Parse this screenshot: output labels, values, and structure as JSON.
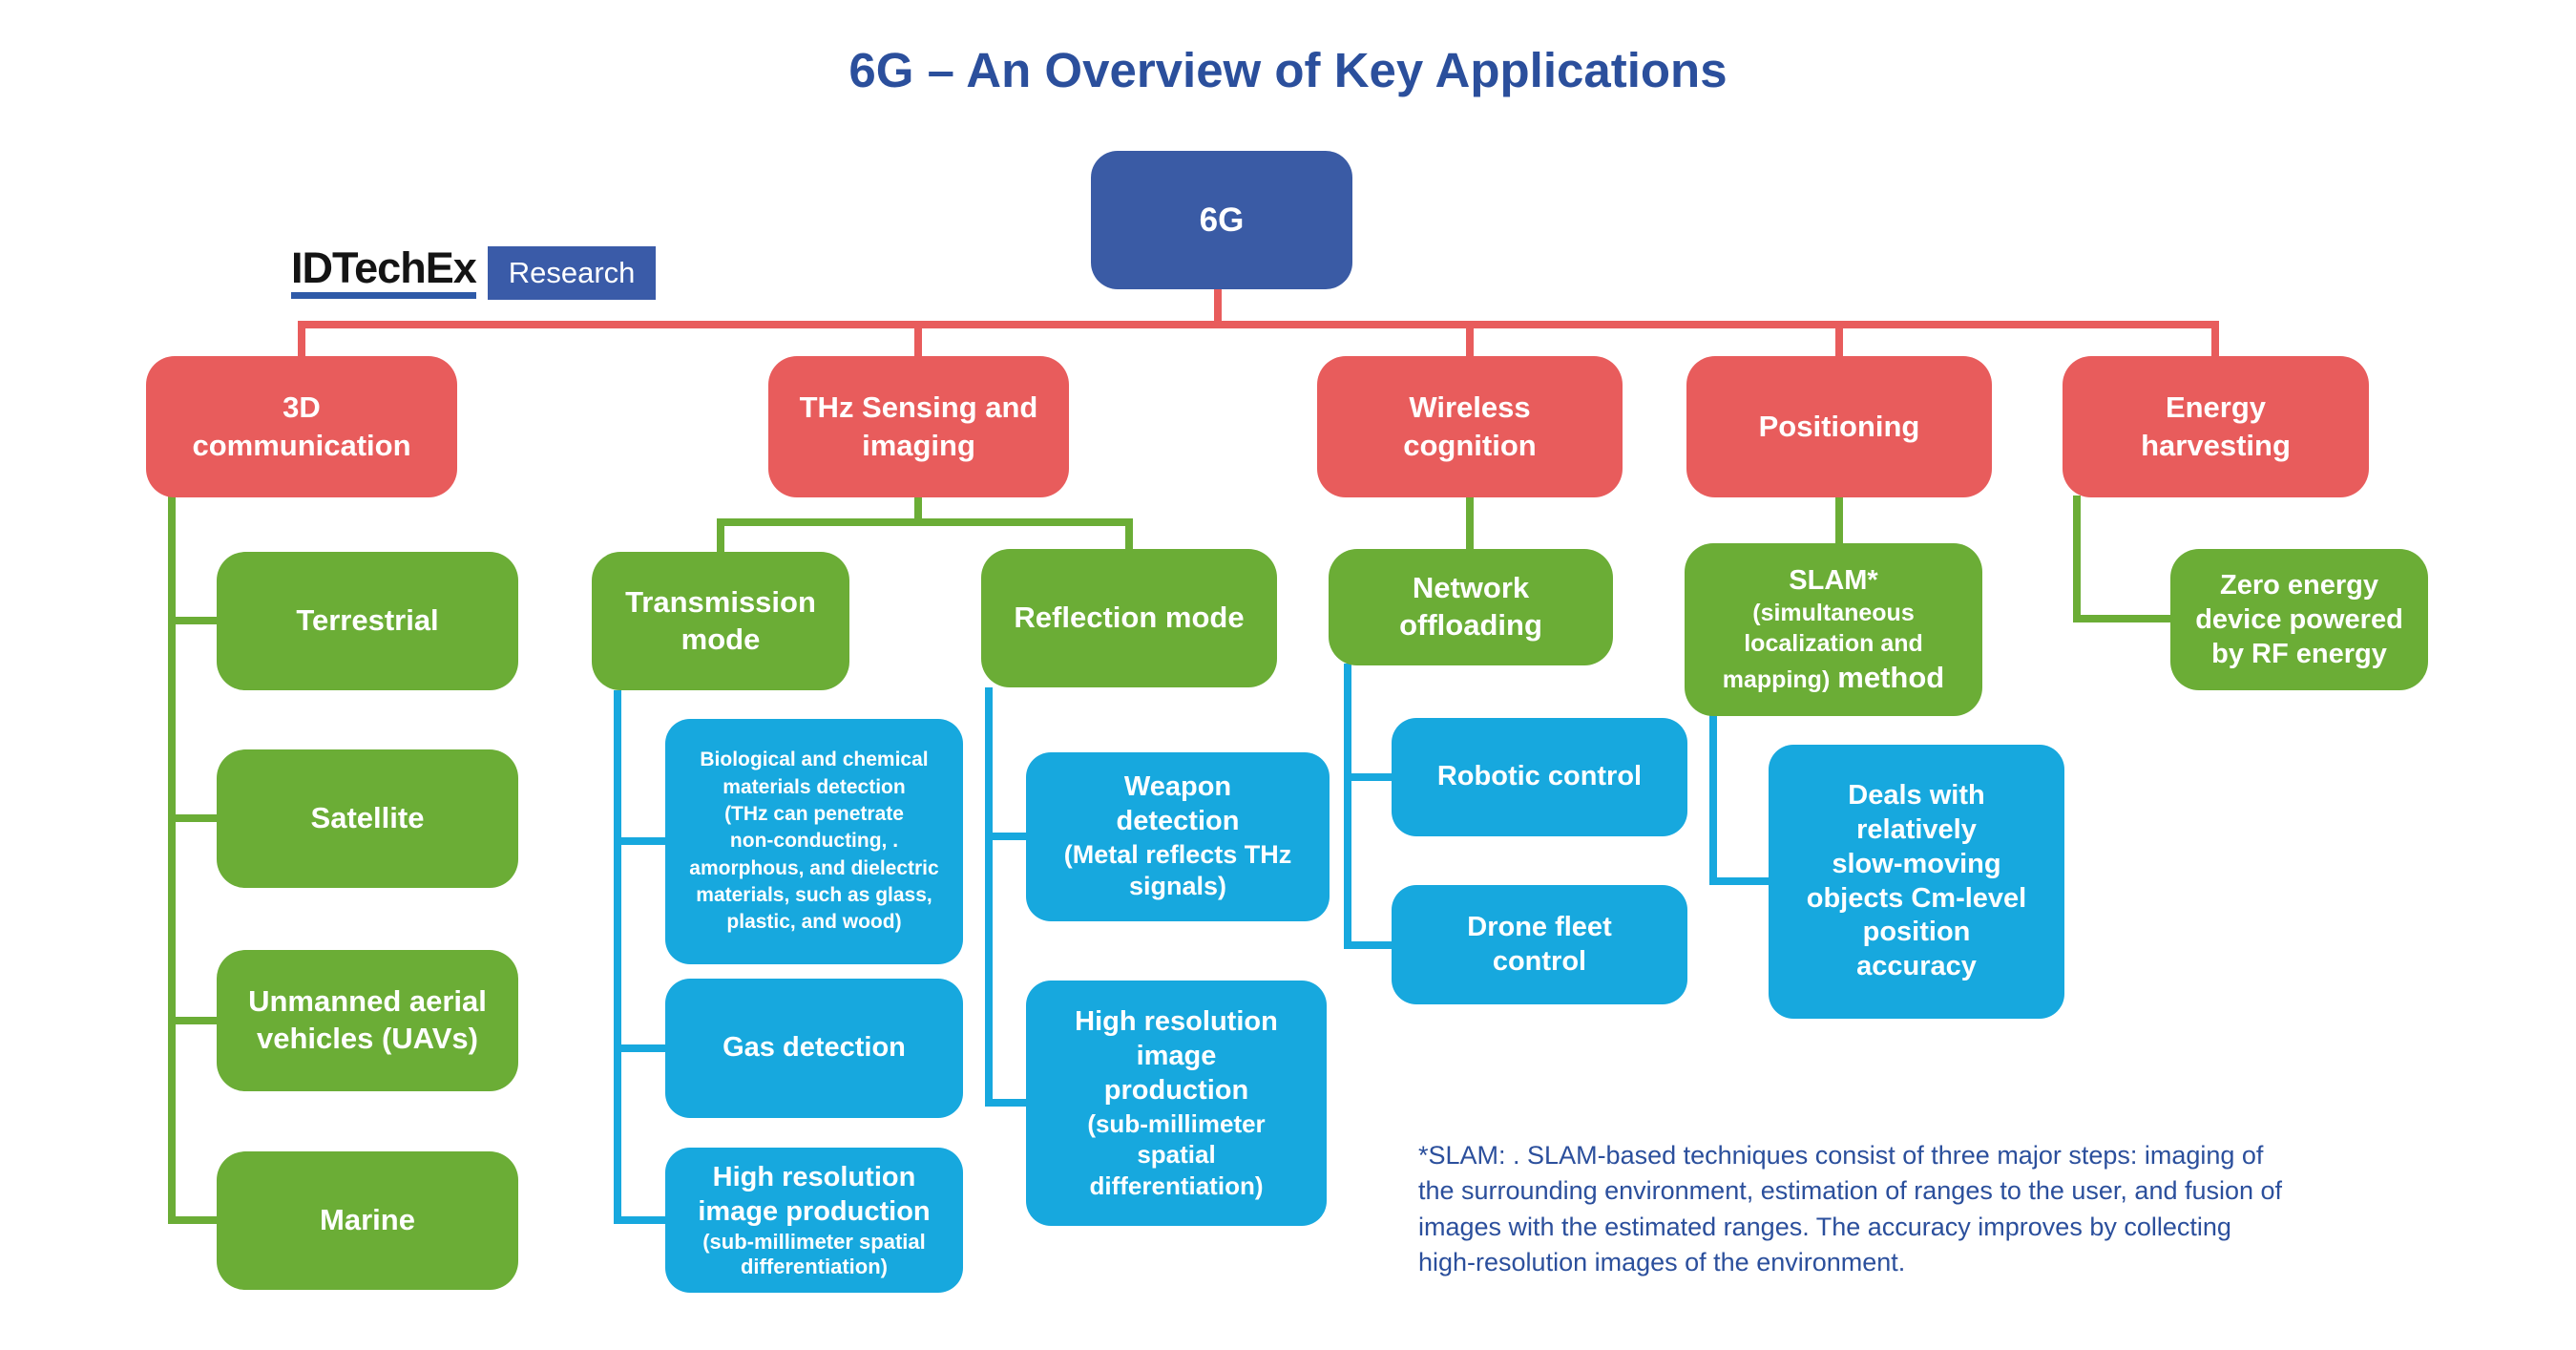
{
  "title": "6G – An Overview of Key Applications",
  "logo": {
    "brand": "IDTechEx",
    "badge": "Research"
  },
  "root": {
    "label": "6G"
  },
  "colors": {
    "root_box": "#3A5BA5",
    "level1_box": "#E85C5C",
    "level2_box": "#6BAD36",
    "level3_box": "#17A8DE",
    "heading_text": "#2B4F9C",
    "box_text": "#ffffff"
  },
  "l1": {
    "comm3d": "3D\ncommunication",
    "thz": "THz Sensing and\nimaging",
    "wireless": "Wireless\ncognition",
    "positioning": "Positioning",
    "energy": "Energy\nharvesting"
  },
  "l2": {
    "terrestrial": "Terrestrial",
    "satellite": "Satellite",
    "uav": "Unmanned aerial\nvehicles (UAVs)",
    "marine": "Marine",
    "transmission": "Transmission\nmode",
    "reflection": "Reflection mode",
    "network": "Network\noffloading",
    "slam": {
      "title": "SLAM*",
      "paren": "(simultaneous\nlocalization and",
      "mapping": "mapping)",
      "method": "method"
    },
    "zero_energy": "Zero energy\ndevice powered\nby RF energy"
  },
  "l3": {
    "bio": "Biological and chemical\nmaterials detection\n(THz can penetrate\nnon-conducting, .\namorphous, and dielectric\nmaterials, such as glass,\nplastic, and wood)",
    "gas": "Gas detection",
    "hires_t": {
      "main": "High resolution\nimage production",
      "sub": "(sub-millimeter spatial\ndifferentiation)"
    },
    "weapon": {
      "main": "Weapon\ndetection",
      "sub": "(Metal reflects THz\nsignals)"
    },
    "hires_r": {
      "main": "High resolution\nimage\nproduction",
      "sub": "(sub-millimeter\nspatial\ndifferentiation)"
    },
    "robotic": "Robotic control",
    "drone": "Drone fleet\ncontrol",
    "slam_detail": "Deals with\nrelatively\nslow-moving\nobjects Cm-level\nposition\naccuracy"
  },
  "footnote": "*SLAM: . SLAM-based techniques consist of three major steps: imaging of\nthe surrounding environment, estimation of ranges to the user, and fusion of\nimages with the estimated ranges. The accuracy improves by collecting\nhigh-resolution images of the environment."
}
